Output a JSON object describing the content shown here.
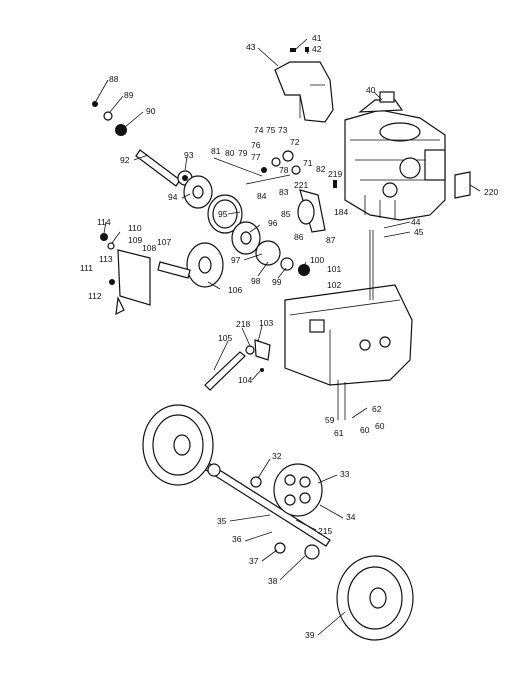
{
  "diagram": {
    "labels": [
      "41",
      "42",
      "43",
      "40",
      "88",
      "89",
      "90",
      "92",
      "93",
      "94",
      "81",
      "80",
      "79",
      "77",
      "74",
      "75",
      "73",
      "72",
      "76",
      "78",
      "71",
      "221",
      "83",
      "82",
      "219",
      "220",
      "84",
      "85",
      "86",
      "87",
      "184",
      "95",
      "96",
      "97",
      "98",
      "99",
      "100",
      "101",
      "102",
      "44",
      "45",
      "114",
      "110",
      "109",
      "108",
      "107",
      "113",
      "111",
      "112",
      "106",
      "218",
      "103",
      "105",
      "104",
      "62",
      "59",
      "60",
      "61",
      "60",
      "32",
      "33",
      "34",
      "35",
      "215",
      "36",
      "37",
      "38",
      "39"
    ]
  }
}
